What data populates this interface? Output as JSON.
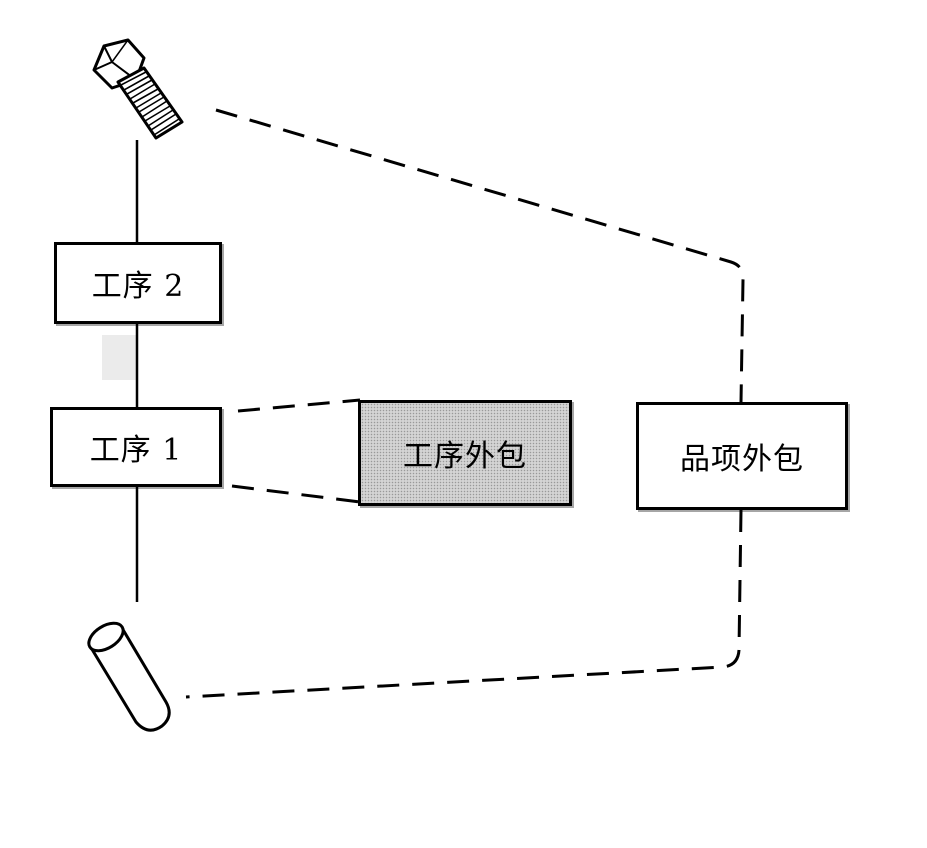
{
  "diagram": {
    "boxes": {
      "op2": "工序 2",
      "op1": "工序 1",
      "outsource_operation": "工序外包",
      "outsource_item": "品项外包"
    },
    "icons": {
      "top": "bolt-icon",
      "bottom": "cylinder-blank-icon"
    },
    "colors": {
      "line": "#000000",
      "outsource_operation_fill": "#d4d4d4"
    }
  }
}
